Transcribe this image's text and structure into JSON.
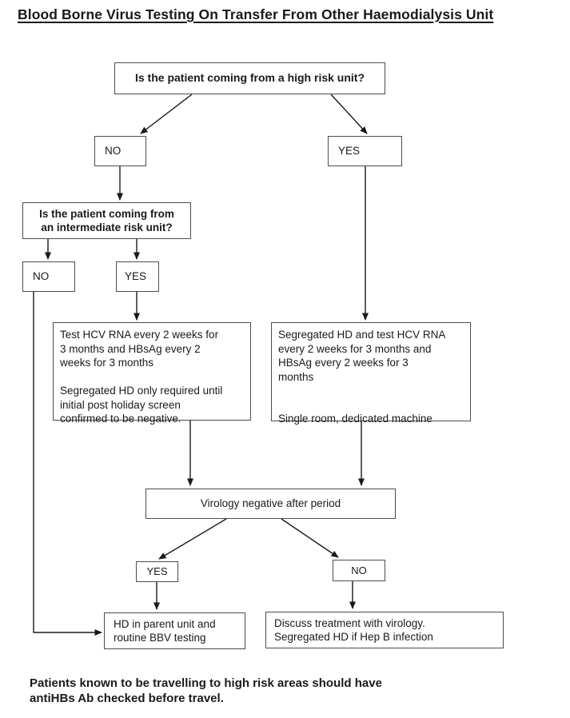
{
  "title": "Blood Borne Virus Testing On Transfer From Other Haemodialysis Unit",
  "flowchart": {
    "q_high_risk": "Is the patient coming from a high risk unit?",
    "no_top": "NO",
    "yes_top": "YES",
    "q_intermediate": "Is the patient coming from\nan intermediate risk unit?",
    "no_mid": "NO",
    "yes_mid": "YES",
    "intermediate_action": "Test HCV RNA every 2 weeks for\n3 months and HBsAg every 2\nweeks for 3 months\n\nSegregated HD only required until\ninitial post holiday screen\nconfirmed to be negative.",
    "high_risk_action": "Segregated HD and test HCV RNA\nevery 2 weeks for 3 months and\nHBsAg every 2 weeks for 3\nmonths\n\n\nSingle room, dedicated machine",
    "virology_check": "Virology negative after period",
    "yes_bottom": "YES",
    "no_bottom": "NO",
    "hd_parent_unit": "HD in parent unit and\nroutine BBV testing",
    "discuss_virology": "Discuss treatment with virology.\nSegregated HD if Hep B infection"
  },
  "footnote": "Patients known to be travelling to high risk areas should have\nantiHBs Ab checked before travel."
}
